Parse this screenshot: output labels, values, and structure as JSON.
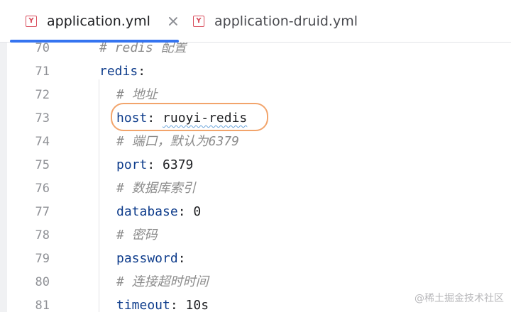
{
  "tabs": [
    {
      "label": "application.yml",
      "icon": "yaml-file-icon",
      "active": true
    },
    {
      "label": "application-druid.yml",
      "icon": "yaml-file-icon",
      "active": false
    }
  ],
  "file_icon_letter": "Y",
  "colors": {
    "accent": "#3574f0",
    "key": "#0f3d8c",
    "comment": "#8c8c8c",
    "highlight_ring": "#f2a46b",
    "yaml_icon": "#d94e5d"
  },
  "lines": [
    {
      "number": "70",
      "comment": "# redis 配置"
    },
    {
      "number": "71",
      "key": "redis",
      "colon": ":"
    },
    {
      "number": "72",
      "comment": "# 地址"
    },
    {
      "number": "73",
      "key": "host",
      "colon": ":",
      "value": "ruoyi-redis"
    },
    {
      "number": "74",
      "comment": "# 端口，默认为6379"
    },
    {
      "number": "75",
      "key": "port",
      "colon": ":",
      "value": "6379"
    },
    {
      "number": "76",
      "comment": "# 数据库索引"
    },
    {
      "number": "77",
      "key": "database",
      "colon": ":",
      "value": "0"
    },
    {
      "number": "78",
      "comment": "# 密码"
    },
    {
      "number": "79",
      "key": "password",
      "colon": ":"
    },
    {
      "number": "80",
      "comment": "# 连接超时时间"
    },
    {
      "number": "81",
      "key": "timeout",
      "colon": ":",
      "value": "10s"
    }
  ],
  "watermark": "@稀土掘金技术社区"
}
